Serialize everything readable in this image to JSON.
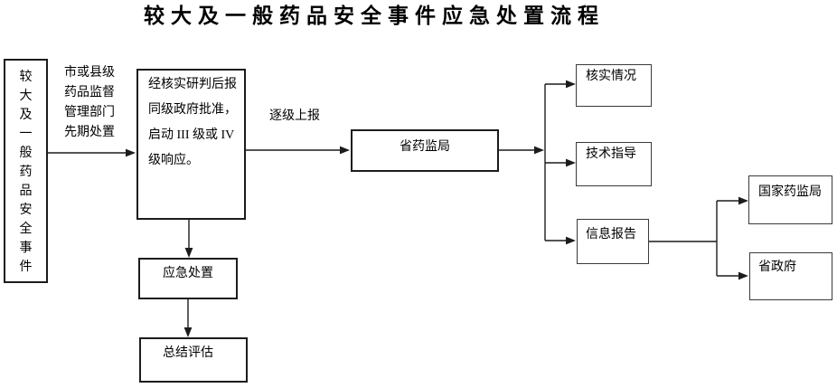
{
  "diagram": {
    "title": "较大及一般药品安全事件应急处置流程"
  },
  "nodes": {
    "event": "较大及一般药品安全事件",
    "response": "经核实研判后报\n同级政府批准，\n启动 III 级或 IV\n级响应。",
    "provincial_fda": "省药监局",
    "verify": "核实情况",
    "guidance": "技术指导",
    "report": "信息报告",
    "national_fda": "国家药监局",
    "provincial_gov": "省政府",
    "emergency": "应急处置",
    "summary": "总结评估"
  },
  "edge_labels": {
    "initial_disposal": "市或县级\n药品监督\n管理部门\n先期处置",
    "escalate": "逐级上报"
  },
  "colors": {
    "line": "#1c1c1c",
    "text": "#000000",
    "background": "#ffffff"
  }
}
